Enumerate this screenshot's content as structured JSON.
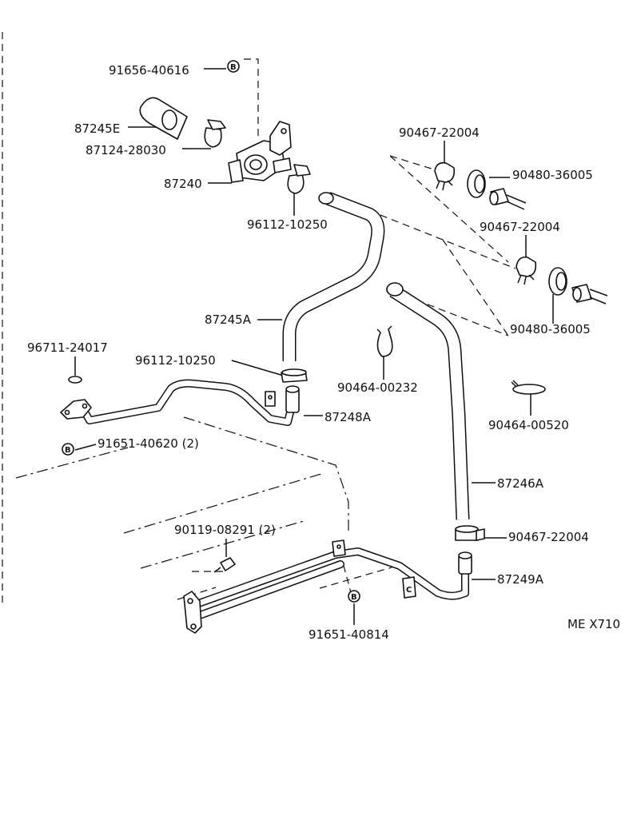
{
  "parts": {
    "p1": "91656-40616",
    "p2": "87245E",
    "p3": "87124-28030",
    "p4": "87240",
    "p5": "96112-10250",
    "p6": "90467-22004",
    "p7": "90480-36005",
    "p8": "90467-22004",
    "p9": "87245A",
    "p10": "90480-36005",
    "p11": "96711-24017",
    "p12": "96112-10250",
    "p13": "90464-00232",
    "p14": "87248A",
    "p15": "91651-40620 (2)",
    "p16": "90464-00520",
    "p17": "87246A",
    "p18": "90119-08291 (2)",
    "p19": "90467-22004",
    "p20": "87249A",
    "p21": "91651-40814"
  },
  "bolt_marker": "B",
  "bracket_marker": "C",
  "diagram_code": "ME X710"
}
